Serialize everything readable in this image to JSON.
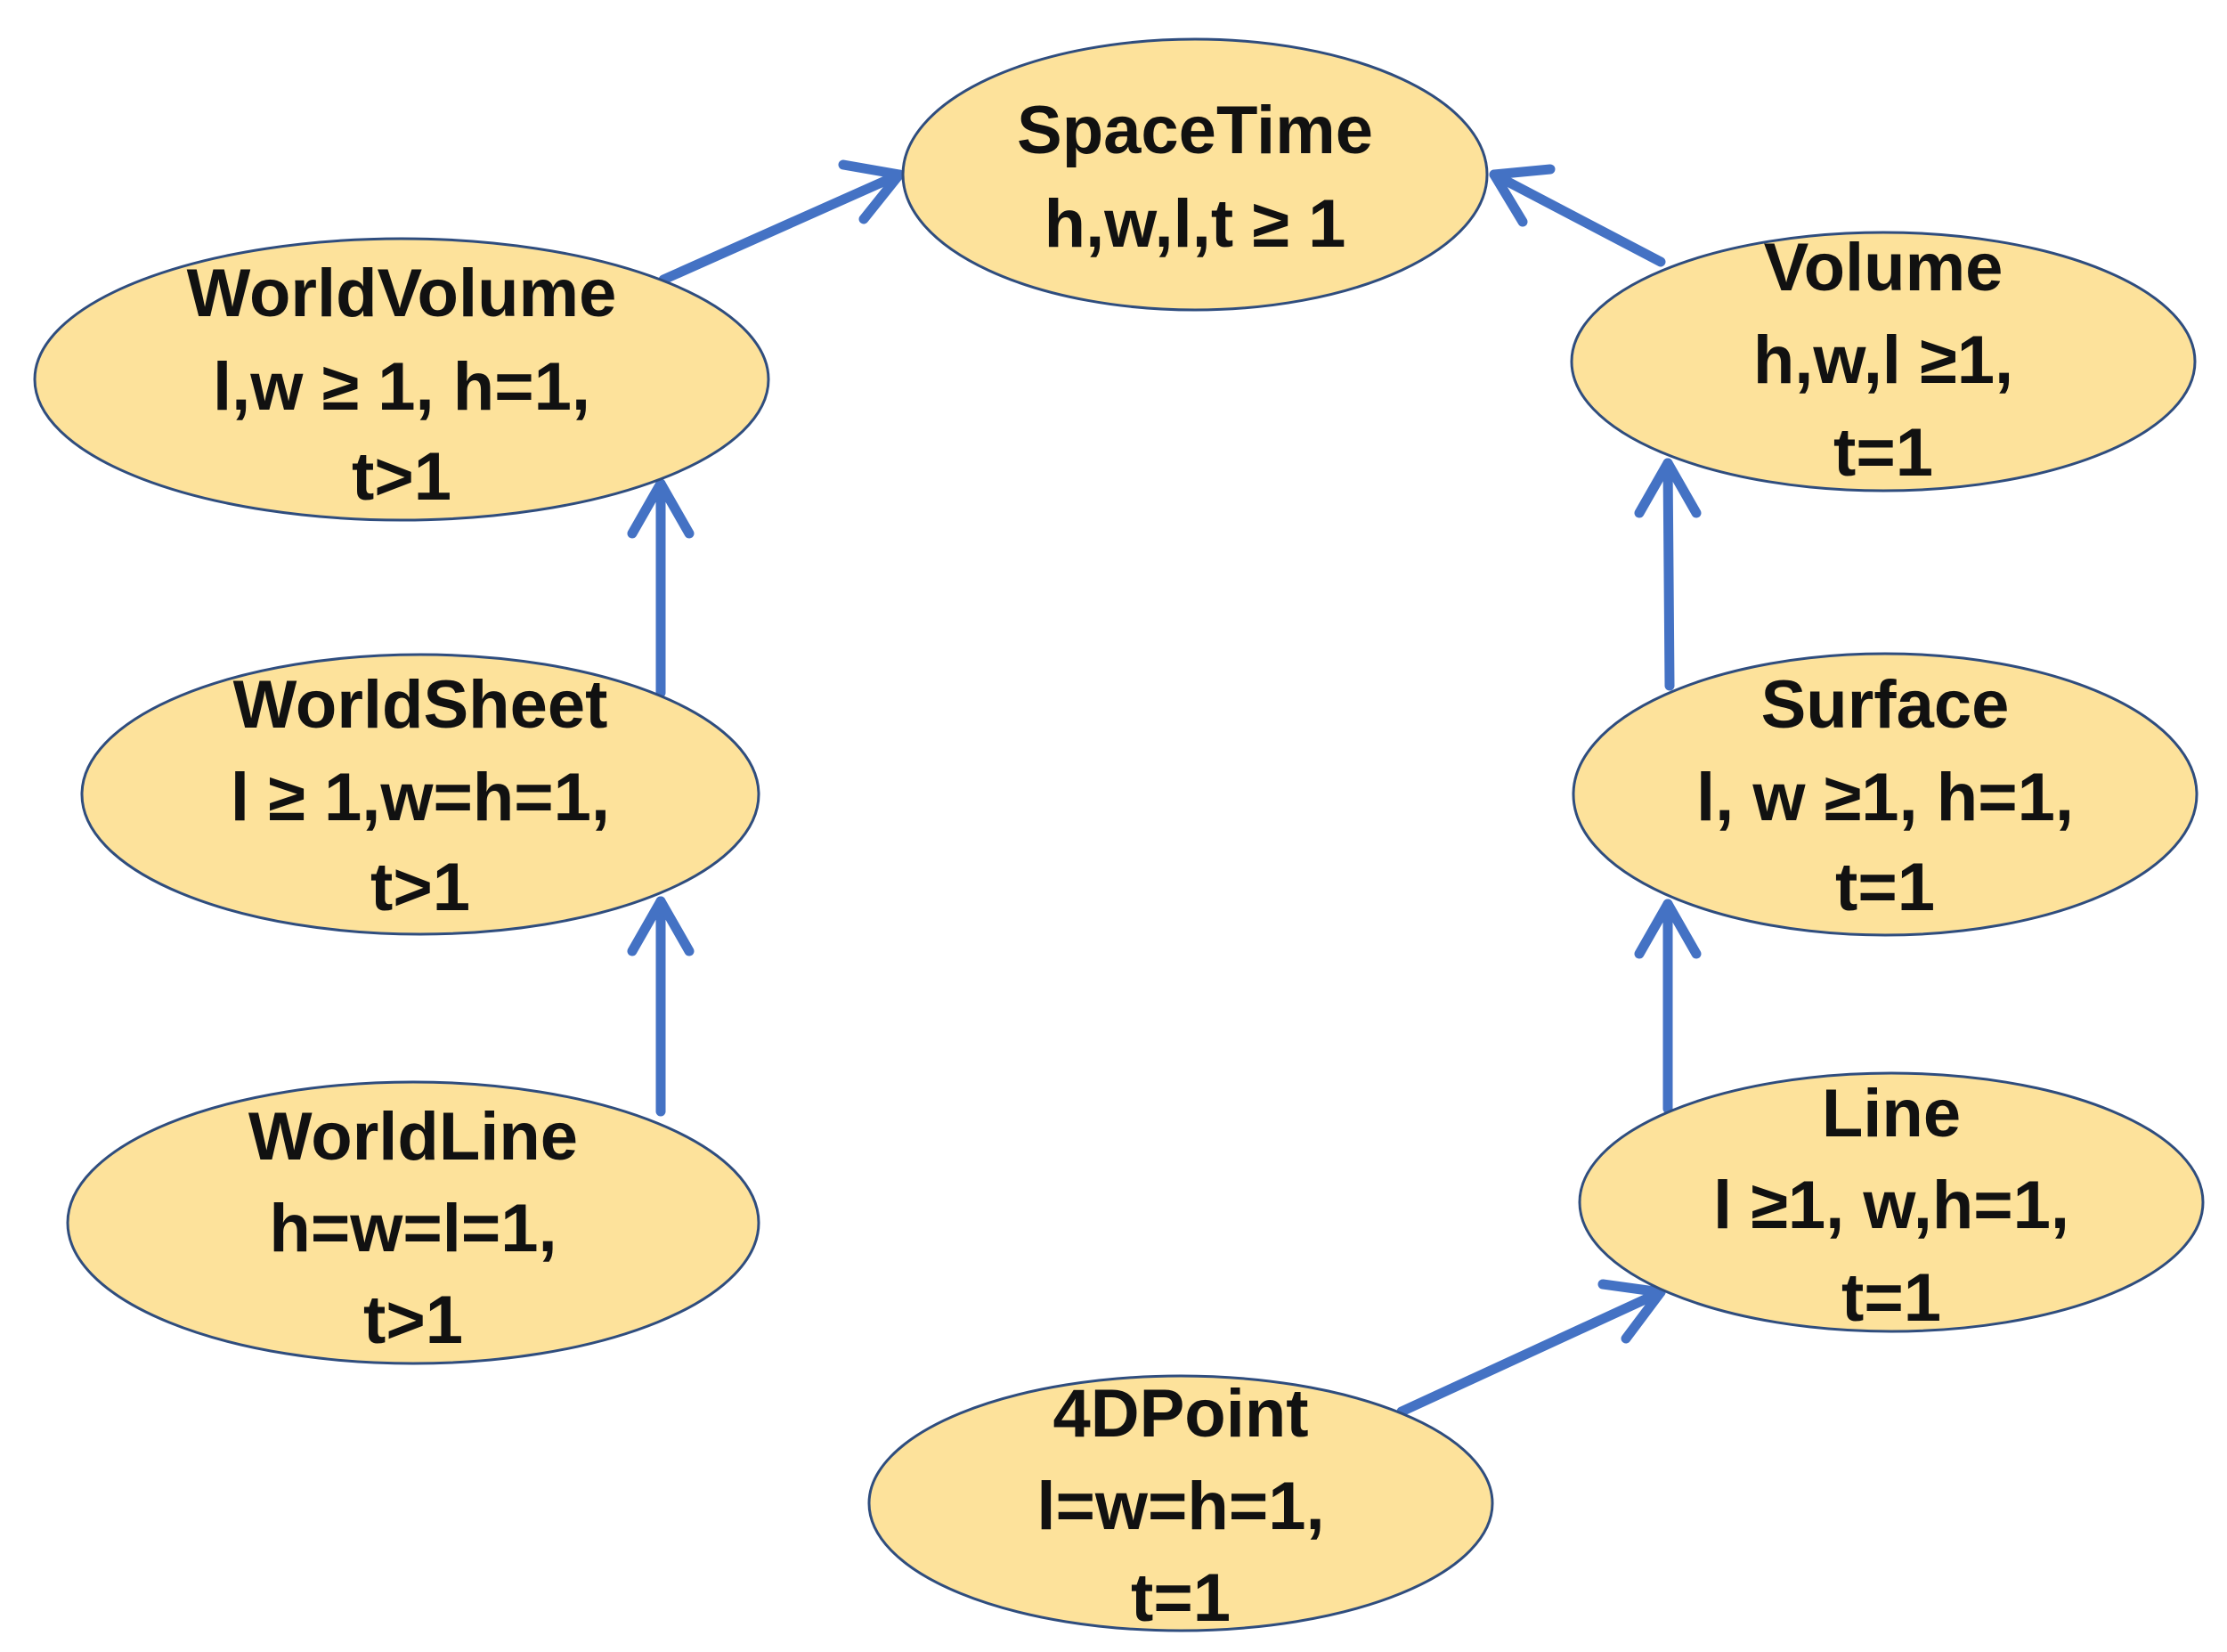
{
  "colors": {
    "node_fill": "#fde29b",
    "node_stroke": "#2f4d7e",
    "arrow": "#4472c4",
    "text": "#111111",
    "background": "#ffffff"
  },
  "nodes": {
    "spacetime": {
      "name": "SpaceTime",
      "line2": "h,w,l,t  ≥ 1",
      "line3": ""
    },
    "worldvolume": {
      "name": "WorldVolume",
      "line2": "l,w ≥ 1, h=1,",
      "line3": "t>1"
    },
    "volume": {
      "name": "Volume",
      "line2": "h,w,l ≥1,",
      "line3": "t=1"
    },
    "worldsheet": {
      "name": "WorldSheet",
      "line2": "l ≥ 1,w=h=1,",
      "line3": "t>1"
    },
    "surface": {
      "name": "Surface",
      "line2": "l, w ≥1, h=1,",
      "line3": "t=1"
    },
    "worldline": {
      "name": "WorldLine",
      "line2": "h=w=l=1,",
      "line3": "t>1"
    },
    "line": {
      "name": "Line",
      "line2": "l ≥1, w,h=1,",
      "line3": "t=1"
    },
    "point4d": {
      "name": "4DPoint",
      "line2": "l=w=h=1,",
      "line3": "t=1"
    }
  },
  "edges": [
    {
      "from": "worldline",
      "to": "worldsheet"
    },
    {
      "from": "worldsheet",
      "to": "worldvolume"
    },
    {
      "from": "worldvolume",
      "to": "spacetime"
    },
    {
      "from": "point4d",
      "to": "line"
    },
    {
      "from": "line",
      "to": "surface"
    },
    {
      "from": "surface",
      "to": "volume"
    },
    {
      "from": "volume",
      "to": "spacetime"
    }
  ]
}
